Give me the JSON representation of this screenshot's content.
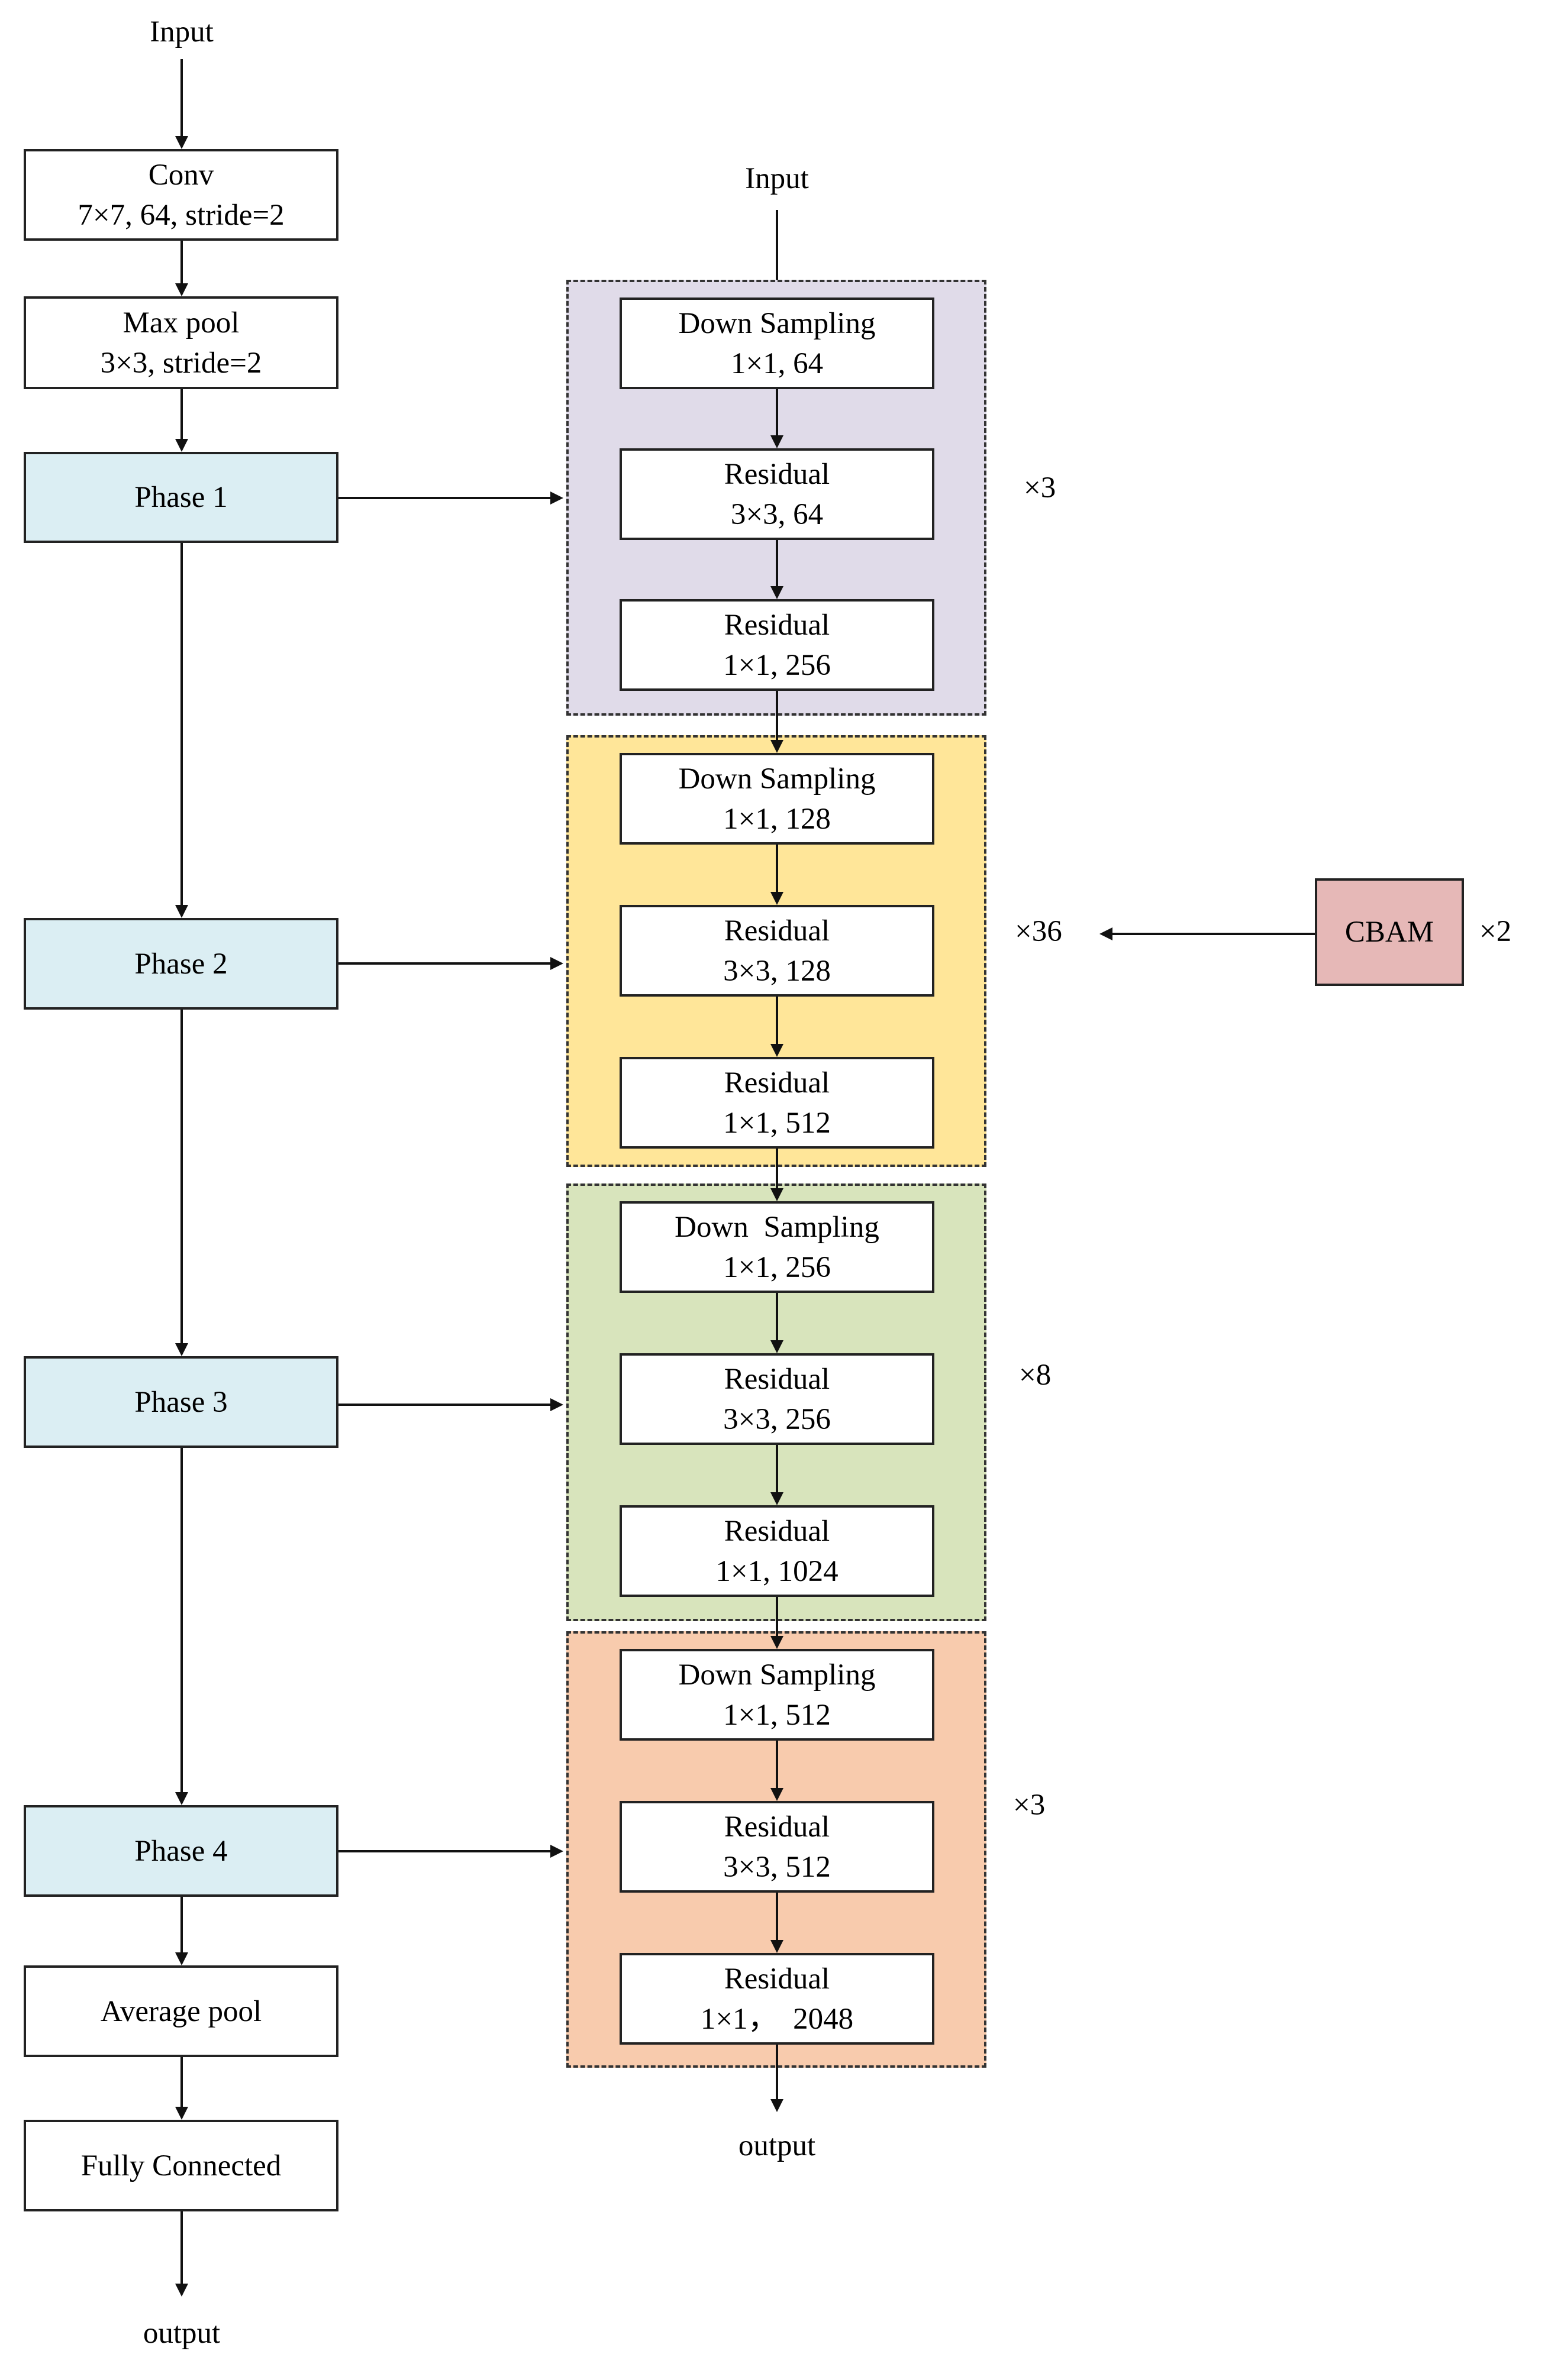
{
  "backbone": {
    "input_label": "Input",
    "conv": {
      "line1": "Conv",
      "line2": "7×7, 64, stride=2"
    },
    "maxpool": {
      "line1": "Max pool",
      "line2": "3×3, stride=2"
    },
    "phase1": "Phase 1",
    "phase2": "Phase 2",
    "phase3": "Phase 3",
    "phase4": "Phase 4",
    "avgpool": "Average pool",
    "fc": "Fully Connected",
    "output_label": "output"
  },
  "detail": {
    "input_label": "Input",
    "output_label": "output",
    "groups": [
      {
        "color": "#e0dbe9",
        "repeat": "×3",
        "blocks": [
          {
            "line1": "Down Sampling",
            "line2": "1×1, 64"
          },
          {
            "line1": "Residual",
            "line2": "3×3, 64"
          },
          {
            "line1": "Residual",
            "line2": "1×1, 256"
          }
        ]
      },
      {
        "color": "#ffe699",
        "repeat": "×36",
        "blocks": [
          {
            "line1": "Down Sampling",
            "line2": "1×1, 128"
          },
          {
            "line1": "Residual",
            "line2": "3×3, 128"
          },
          {
            "line1": "Residual",
            "line2": "1×1, 512"
          }
        ]
      },
      {
        "color": "#d8e4bc",
        "repeat": "×8",
        "blocks": [
          {
            "line1": "Down  Sampling",
            "line2": "1×1, 256"
          },
          {
            "line1": "Residual",
            "line2": "3×3, 256"
          },
          {
            "line1": "Residual",
            "line2": "1×1, 1024"
          }
        ]
      },
      {
        "color": "#f8cbad",
        "repeat": "×3",
        "blocks": [
          {
            "line1": "Down Sampling",
            "line2": "1×1, 512"
          },
          {
            "line1": "Residual",
            "line2": "3×3, 512"
          },
          {
            "line1": "Residual",
            "line2": "1×1，  2048"
          }
        ]
      }
    ]
  },
  "cbam": {
    "label": "CBAM",
    "repeat": "×2"
  }
}
